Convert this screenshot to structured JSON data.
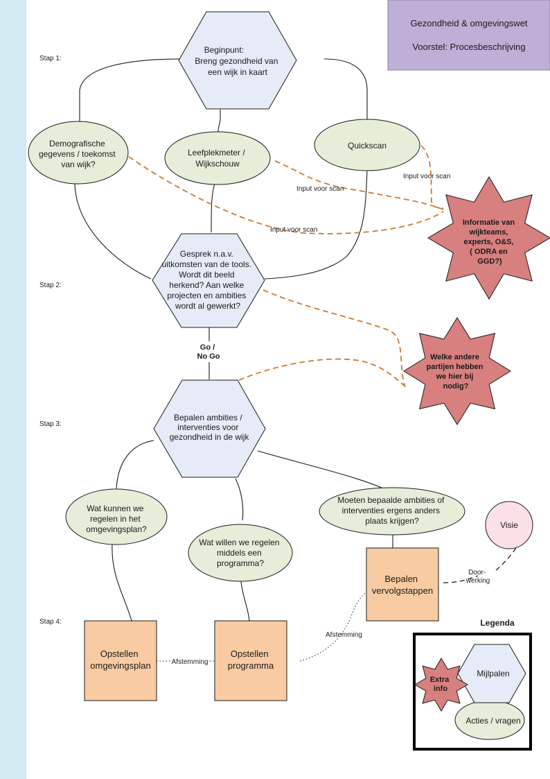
{
  "header": {
    "line1": "Gezondheid & omgevingswet",
    "line2": "Voorstel: Procesbeschrijving"
  },
  "steps": {
    "stap1": "Stap 1:",
    "stap2": "Stap 2:",
    "stap3": "Stap 3:",
    "stap4": "Stap 4:"
  },
  "milestones": {
    "beginpunt": [
      "Beginpunt:",
      "Breng gezondheid van",
      "een wijk in kaart"
    ],
    "gesprek": [
      "Gesprek n.a.v.",
      "uitkomsten van de tools.",
      "Wordt dit beeld",
      "herkend? Aan welke",
      "projecten en ambities",
      "wordt al gewerkt?"
    ],
    "bepalen": [
      "Bepalen ambities /",
      "interventies voor",
      "gezondheid in de wijk"
    ]
  },
  "actions": {
    "demografische": [
      "Demografische",
      "gegevens / toekomst",
      "van wijk?"
    ],
    "leefplekmeter": [
      "Leefplekmeter /",
      "Wijkschouw"
    ],
    "quickscan": [
      "Quickscan"
    ],
    "omgevingsplan": [
      "Wat kunnen we",
      "regelen in het",
      "omgevingsplan?"
    ],
    "programma": [
      "Wat willen we regelen",
      "middels een",
      "programma?"
    ],
    "ergens_anders": [
      "Moeten bepaalde ambities of",
      "interventies ergens anders",
      "plaats krijgen?"
    ]
  },
  "extra_info": {
    "informatie": [
      "Informatie van",
      "wijkteams,",
      "experts, O&S,",
      "( ODRA en",
      "GGD?)"
    ],
    "partijen": [
      "Welke andere",
      "partijen hebben",
      "we hier bij",
      "nodig?"
    ]
  },
  "outputs": {
    "opstellen_plan": [
      "Opstellen",
      "omgevingsplan"
    ],
    "opstellen_programma": [
      "Opstellen",
      "programma"
    ],
    "vervolgstappen": [
      "Bepalen",
      "vervolgstappen"
    ]
  },
  "visie": "Visie",
  "labels": {
    "input_scan_1": "Input voor scan",
    "input_scan_2": "Input voor scan",
    "input_scan_3": "Input voor scan",
    "go_nogo": [
      "Go /",
      "No Go"
    ],
    "doorwerking": [
      "Door-",
      "werking"
    ],
    "afstemming_1": "Afstemming",
    "afstemming_2": "Afstemming"
  },
  "legend": {
    "title": "Legenda",
    "milestones": "Mijlpalen",
    "extra_info": [
      "Extra",
      "info"
    ],
    "actions": "Acties / vragen"
  },
  "colors": {
    "sidebar": "#d2eaf1",
    "header_box": "#bfafd6",
    "milestone_fill": "#e5ecf7",
    "action_fill": "#e6edd9",
    "extra_info_fill": "#d7807f",
    "output_fill": "#f9cba3",
    "visie_fill": "#fbe0e8",
    "dashed_connector": "#cc7a2e"
  }
}
